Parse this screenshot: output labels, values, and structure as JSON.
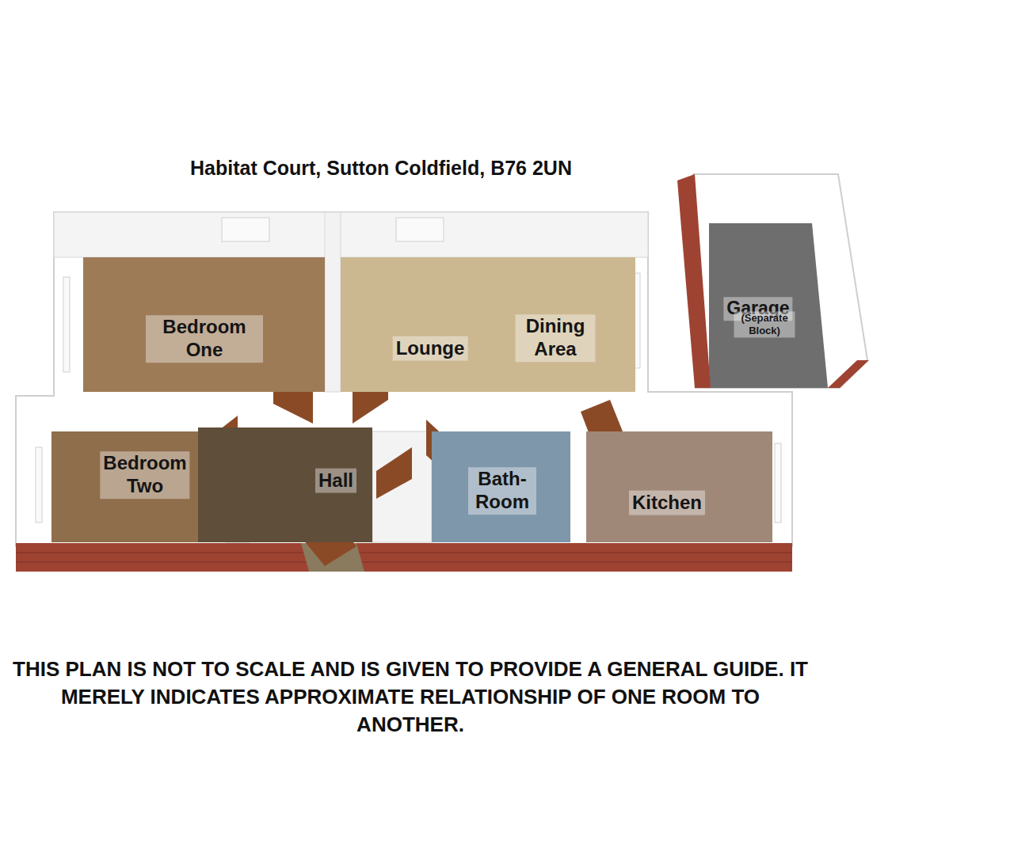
{
  "diagram": {
    "title": "Habitat Court, Sutton Coldfield, B76 2UN",
    "caption": "THIS PLAN IS NOT TO SCALE AND IS GIVEN TO PROVIDE A GENERAL GUIDE. IT MERELY INDICATES APPROXIMATE RELATIONSHIP OF ONE ROOM TO ANOTHER.",
    "nodes": [
      {
        "text": [
          "Bedroom One"
        ]
      },
      {
        "text": [
          "Lounge",
          "Dining Area"
        ]
      },
      {
        "text": [
          "Garage",
          "(Separate Block)"
        ]
      },
      {
        "text": [
          "Bedroom Two"
        ]
      },
      {
        "text": [
          "Hall"
        ]
      },
      {
        "text": [
          "Bath- Room"
        ]
      },
      {
        "text": [
          "Kitchen"
        ]
      }
    ]
  }
}
